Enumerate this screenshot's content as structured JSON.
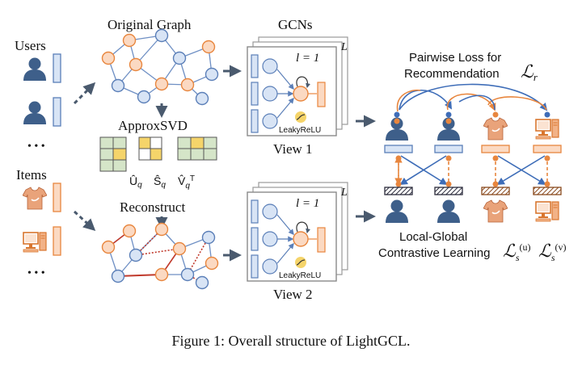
{
  "labels": {
    "users": "Users",
    "items": "Items",
    "dots": "• • •",
    "original_graph": "Original Graph",
    "approx_svd": "ApproxSVD",
    "reconstruct": "Reconstruct",
    "gcns": "GCNs",
    "layer": "l = 1",
    "layer_count": "L",
    "activation": "LeakyReLU",
    "view1": "View 1",
    "view2": "View 2",
    "pairwise_loss": "Pairwise Loss for",
    "recommendation": "Recommendation",
    "loss_r": "ℒr",
    "local_global": "Local-Global",
    "contrastive": "Contrastive Learning",
    "loss_su": "ℒs(u)",
    "loss_sv": "ℒs(v)",
    "svd_u": "Û q",
    "svd_s": "Ŝ q",
    "svd_v": "V̂ q T",
    "caption": "Figure 1: Overall structure of LightGCL."
  },
  "colors": {
    "user_blue": "#3E5F8A",
    "node_blue_fill": "#D8E4F5",
    "node_blue_stroke": "#5B7FB8",
    "node_orange_fill": "#FBD9C2",
    "node_orange_stroke": "#E8863E",
    "edge_blue": "#6E8FC4",
    "edge_red": "#C0392B",
    "arrow_gray": "#4A5A6E",
    "matrix_green": "#D5E5C8",
    "matrix_yellow": "#F5D46A"
  }
}
